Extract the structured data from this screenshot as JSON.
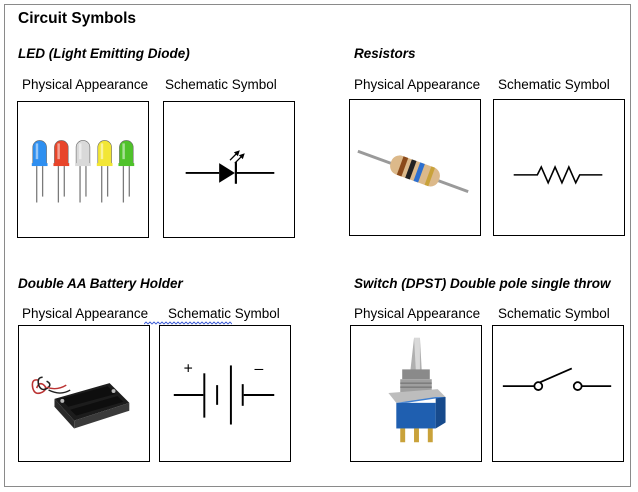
{
  "title": "Circuit Symbols",
  "sections": [
    {
      "name": "LED (Light Emitting Diode)",
      "physical_label": "Physical Appearance",
      "schematic_label": "Schematic Symbol",
      "led_colors": [
        "#2e8ff0",
        "#e8452a",
        "#d9d9d9",
        "#f2e635",
        "#4fc22a"
      ]
    },
    {
      "name": "Resistors",
      "physical_label": "Physical Appearance",
      "schematic_label": "Schematic Symbol"
    },
    {
      "name": "Double AA Battery Holder",
      "physical_label": "Physical Appearance",
      "schematic_label": "Schematic Symbol",
      "plus": "+",
      "minus": "–"
    },
    {
      "name": "Switch (DPST) Double pole single throw",
      "physical_label": "Physical Appearance",
      "schematic_label": "Schematic Symbol"
    }
  ],
  "colors": {
    "border": "#000000",
    "frame": "#8a8a8a",
    "spellcheck_underline": "#3a5bd6",
    "switch_blue": "#1f5fb0"
  }
}
